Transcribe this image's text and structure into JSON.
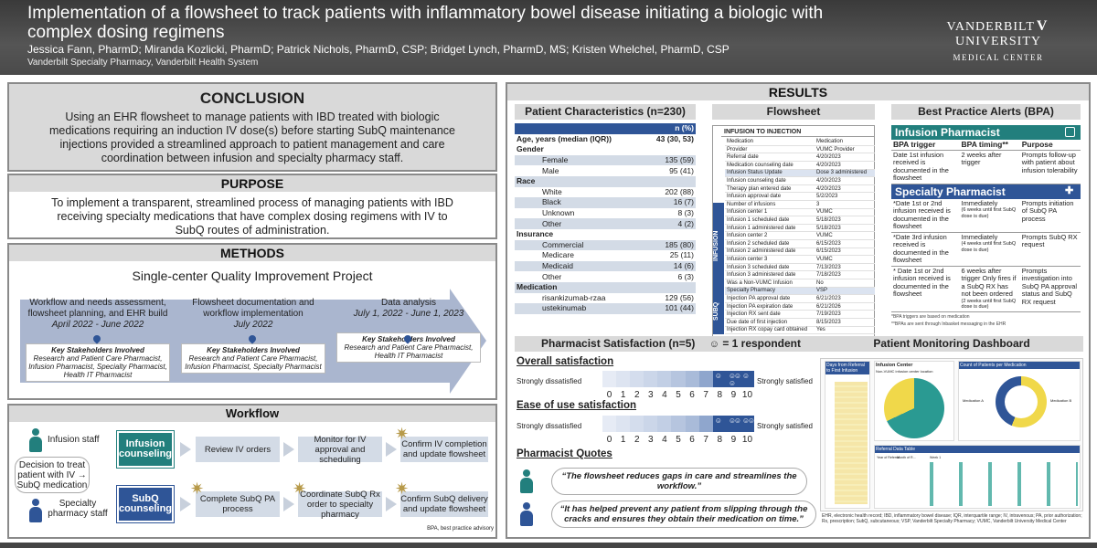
{
  "header": {
    "title": "Implementation of a flowsheet to track patients with inflammatory bowel disease initiating a biologic with complex dosing regimens",
    "authors": "Jessica Fann, PharmD; Miranda Kozlicki, PharmD; Patrick Nichols, PharmD, CSP; Bridget Lynch, PharmD, MS; Kristen Whelchel, PharmD, CSP",
    "affiliation": "Vanderbilt Specialty Pharmacy, Vanderbilt Health System",
    "logo_line1_a": "VANDERBILT",
    "logo_mark": "V",
    "logo_line1_b": "UNIVERSITY",
    "logo_line2": "MEDICAL CENTER"
  },
  "conclusion": {
    "heading": "CONCLUSION",
    "text": "Using an EHR flowsheet to manage patients with IBD treated with biologic medications requiring an induction IV dose(s) before starting SubQ maintenance injections provided a streamlined approach to patient management and care coordination between infusion and specialty pharmacy staff."
  },
  "purpose": {
    "heading": "PURPOSE",
    "text": "To implement a transparent, streamlined process of managing patients with IBD receiving specialty medications that have complex dosing regimens with IV to SubQ routes of administration."
  },
  "methods": {
    "heading": "METHODS",
    "project": "Single-center Quality Improvement Project",
    "phases": [
      {
        "label": "Workflow and needs assessment, flowsheet planning, and EHR build",
        "date": "April 2022 - June 2022",
        "ks_title": "Key Stakeholders Involved",
        "ks": "Research and Patient Care Pharmacist, Infusion Pharmacist, Specialty Pharmacist, Health IT Pharmacist"
      },
      {
        "label": "Flowsheet documentation and workflow implementation",
        "date": "July 2022",
        "ks_title": "Key Stakeholders Involved",
        "ks": "Research and Patient Care Pharmacist, Infusion Pharmacist, Specialty Pharmacist"
      },
      {
        "label": "Data analysis",
        "date": "July 1, 2022 - June 1, 2023",
        "ks_title": "Key Stakeholders Involved",
        "ks": "Research and Patient Care Pharmacist, Health IT Pharmacist"
      }
    ]
  },
  "workflow": {
    "heading": "Workflow",
    "infusion_staff": "Infusion staff",
    "specialty_staff": "Specialty pharmacy staff",
    "decision": "Decision to treat patient with IV → SubQ medication",
    "infusion_counseling": "Infusion counseling",
    "subq_counseling": "SubQ counseling",
    "steps_top": [
      "Review IV orders",
      "Monitor for IV approval and scheduling",
      "Confirm IV completion and update flowsheet"
    ],
    "steps_bottom": [
      "Complete SubQ PA process",
      "Coordinate SubQ Rx order to specialty pharmacy",
      "Confirm SubQ delivery and update flowsheet"
    ],
    "bpa_tag": "BPA",
    "footnote": "BPA, best practice advisory"
  },
  "results": {
    "heading": "RESULTS",
    "patient_char": {
      "heading": "Patient Characteristics (n=230)",
      "col": "n (%)",
      "rows": [
        {
          "label": "Age, years (median (IQR))",
          "value": "43 (30, 53)",
          "type": "cat"
        },
        {
          "label": "Gender",
          "value": "",
          "type": "cat"
        },
        {
          "label": "Female",
          "value": "135 (59)",
          "type": "sub shade"
        },
        {
          "label": "Male",
          "value": "95 (41)",
          "type": "sub"
        },
        {
          "label": "Race",
          "value": "",
          "type": "cat shade"
        },
        {
          "label": "White",
          "value": "202 (88)",
          "type": "sub"
        },
        {
          "label": "Black",
          "value": "16 (7)",
          "type": "sub shade"
        },
        {
          "label": "Unknown",
          "value": "8 (3)",
          "type": "sub"
        },
        {
          "label": "Other",
          "value": "4 (2)",
          "type": "sub shade"
        },
        {
          "label": "Insurance",
          "value": "",
          "type": "cat"
        },
        {
          "label": "Commercial",
          "value": "185 (80)",
          "type": "sub shade"
        },
        {
          "label": "Medicare",
          "value": "25 (11)",
          "type": "sub"
        },
        {
          "label": "Medicaid",
          "value": "14 (6)",
          "type": "sub shade"
        },
        {
          "label": "Other",
          "value": "6 (3)",
          "type": "sub"
        },
        {
          "label": "Medication",
          "value": "",
          "type": "cat shade"
        },
        {
          "label": "risankizumab-rzaa",
          "value": "129 (56)",
          "type": "sub"
        },
        {
          "label": "ustekinumab",
          "value": "101 (44)",
          "type": "sub shade"
        }
      ]
    },
    "flowsheet": {
      "heading": "Flowsheet",
      "title": "INFUSION TO INJECTION",
      "side_infusion": "INFUSION",
      "side_subq": "SUBQ",
      "rows": [
        {
          "l": "Medication",
          "v": "Medication"
        },
        {
          "l": "Provider",
          "v": "VUMC Provider"
        },
        {
          "l": "Referral date",
          "v": "4/20/2023"
        },
        {
          "l": "Medication counseling date",
          "v": "4/20/2023"
        },
        {
          "l": "Infusion Status Update",
          "v": "Dose 3 administered"
        },
        {
          "l": "Infusion counseling date",
          "v": "4/20/2023"
        },
        {
          "l": "Therapy plan entered date",
          "v": "4/20/2023"
        },
        {
          "l": "Infusion approval date",
          "v": "5/2/2023"
        },
        {
          "l": "Number of infusions",
          "v": "3"
        },
        {
          "l": "Infusion center 1",
          "v": "VUMC"
        },
        {
          "l": "Infusion 1 scheduled date",
          "v": "5/18/2023"
        },
        {
          "l": "Infusion 1 administered date",
          "v": "5/18/2023"
        },
        {
          "l": "Infusion center 2",
          "v": "VUMC"
        },
        {
          "l": "Infusion 2 scheduled date",
          "v": "6/15/2023"
        },
        {
          "l": "Infusion 2 administered date",
          "v": "6/15/2023"
        },
        {
          "l": "Infusion center 3",
          "v": "VUMC"
        },
        {
          "l": "Infusion 3 scheduled date",
          "v": "7/13/2023"
        },
        {
          "l": "Infusion 3 administered date",
          "v": "7/18/2023"
        },
        {
          "l": "Was a Non-VUMC Infusion",
          "v": "No"
        },
        {
          "l": "Specialty Pharmacy",
          "v": "VSP"
        },
        {
          "l": "Injection PA approval date",
          "v": "6/21/2023"
        },
        {
          "l": "Injection PA expiration date",
          "v": "6/21/2026"
        },
        {
          "l": "Injection RX sent date",
          "v": "7/19/2023"
        },
        {
          "l": "Due date of first injection",
          "v": "8/15/2023"
        },
        {
          "l": "Injection RX copay card obtained",
          "v": "Yes"
        }
      ]
    },
    "bpa": {
      "heading": "Best Practice Alerts (BPA)",
      "infusion_band": "Infusion Pharmacist",
      "specialty_band": "Specialty Pharmacist",
      "col_trigger": "BPA trigger",
      "col_timing": "BPA timing**",
      "col_purpose": "Purpose",
      "infusion_rows": [
        {
          "trigger": "Date 1st infusion received is documented in the flowsheet",
          "timing": "2 weeks after trigger",
          "timing_note": "",
          "purpose": "Prompts follow-up with patient about infusion tolerability"
        }
      ],
      "specialty_rows": [
        {
          "trigger": "*Date 1st or 2nd infusion received is documented in the flowsheet",
          "timing": "Immediately",
          "timing_note": "(6 weeks until first SubQ dose is due)",
          "purpose": "Prompts initiation of SubQ PA process"
        },
        {
          "trigger": "*Date 3rd infusion received is documented in the flowsheet",
          "timing": "Immediately",
          "timing_note": "(4 weeks until first SubQ dose is due)",
          "purpose": "Prompts SubQ RX request"
        },
        {
          "trigger": "* Date 1st or 2nd infusion received is documented in the flowsheet",
          "timing": "6 weeks after trigger Only fires if a SubQ RX has not been ordered",
          "timing_note": "(2 weeks until first SubQ dose is due)",
          "purpose": "Prompts investigation into SubQ PA approval status and SubQ RX request"
        }
      ],
      "note1": "*BPA triggers are based on medication",
      "note2": "**BPAs are sent through Inbasket messaging in the EHR"
    },
    "satisfaction": {
      "heading": "Pharmacist Satisfaction (n=5)",
      "legend": "= 1 respondent",
      "overall": "Overall satisfaction",
      "ease": "Ease of use satisfaction",
      "low": "Strongly dissatisfied",
      "high": "Strongly satisfied",
      "scale": [
        "0",
        "1",
        "2",
        "3",
        "4",
        "5",
        "6",
        "7",
        "8",
        "9",
        "10"
      ],
      "overall_counts": [
        0,
        0,
        0,
        0,
        0,
        0,
        0,
        0,
        1,
        3,
        1
      ],
      "ease_counts": [
        0,
        0,
        0,
        0,
        0,
        0,
        0,
        0,
        1,
        2,
        2
      ],
      "quotes_heading": "Pharmacist Quotes",
      "quotes": [
        "“The flowsheet reduces gaps in care and streamlines the workflow.”",
        "“It has helped prevent any patient from slipping through the cracks and ensures they obtain their medication on time.”"
      ]
    },
    "dashboard": {
      "heading": "Patient Monitoring Dashboard",
      "days_title": "Days from Referral to First Infusion",
      "infusion_center": "Infusion Center",
      "non_vumc": "Non-VUMC infusion center location",
      "count_by_med": "Count of Patients per Medication",
      "med_a": "Medication A",
      "med_b": "Medication B",
      "referral_table": "Referral Data Table",
      "year_label": "Year of Referral",
      "month_label": "Month of R...",
      "week_label": "Week 1"
    },
    "abbrev": "EHR, electronic health record; IBD, inflammatory bowel disease; IQR, interquartile range; IV, intravenous; PA, prior authorization; Rx, prescription; SubQ, subcutaneous; VSP, Vanderbilt Specialty Pharmacy; VUMC, Vanderbilt University Medical Center"
  },
  "colors": {
    "teal": "#227f7d",
    "navy": "#2f5597",
    "gray_blue": "#d3dbe6",
    "gold": "#b79a4a"
  }
}
